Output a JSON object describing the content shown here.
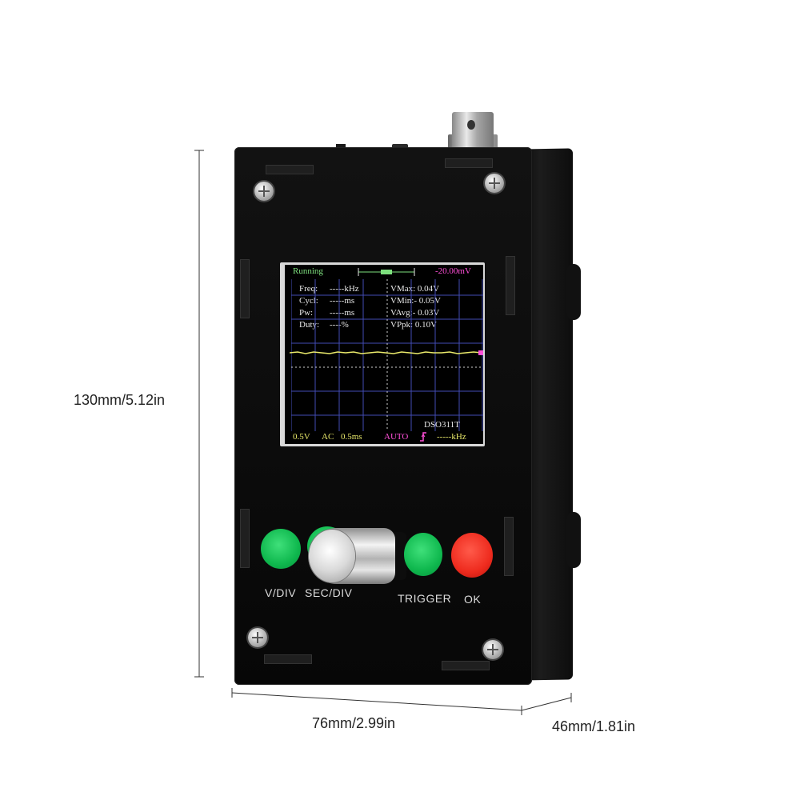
{
  "dimensions": {
    "height": "130mm/5.12in",
    "width": "76mm/2.99in",
    "depth": "46mm/1.81in"
  },
  "screen": {
    "status": "Running",
    "trigger_level": "-20.00mV",
    "freq_label": "Freq:",
    "freq_value": "-----kHz",
    "cycl_label": "Cycl:",
    "cycl_value": "-----ms",
    "pw_label": "Pw:",
    "pw_value": "-----ms",
    "duty_label": "Duty:",
    "duty_value": "----%",
    "vmax": "VMax:  0.04V",
    "vmin": "VMin:- 0.05V",
    "vavg": "VAvg:- 0.03V",
    "vpk": "VPpk:  0.10V",
    "model": "DSO311T",
    "volt_div": "0.5V",
    "coupling": "AC",
    "time_div": "0.5ms",
    "mode": "AUTO",
    "edge_icon": "rising-edge-icon",
    "bottom_freq": "-----kHz"
  },
  "buttons": {
    "vdiv": "V/DIV",
    "secdiv": "SEC/DIV",
    "trigger": "TRIGGER",
    "ok": "OK"
  },
  "colors": {
    "status_green": "#7ee07e",
    "trace_yellow": "#e8e86a",
    "grid_blue": "#4a55c8",
    "accent_magenta": "#ff4fd8",
    "button_green": "#12b852",
    "button_red": "#ee2b1e"
  }
}
